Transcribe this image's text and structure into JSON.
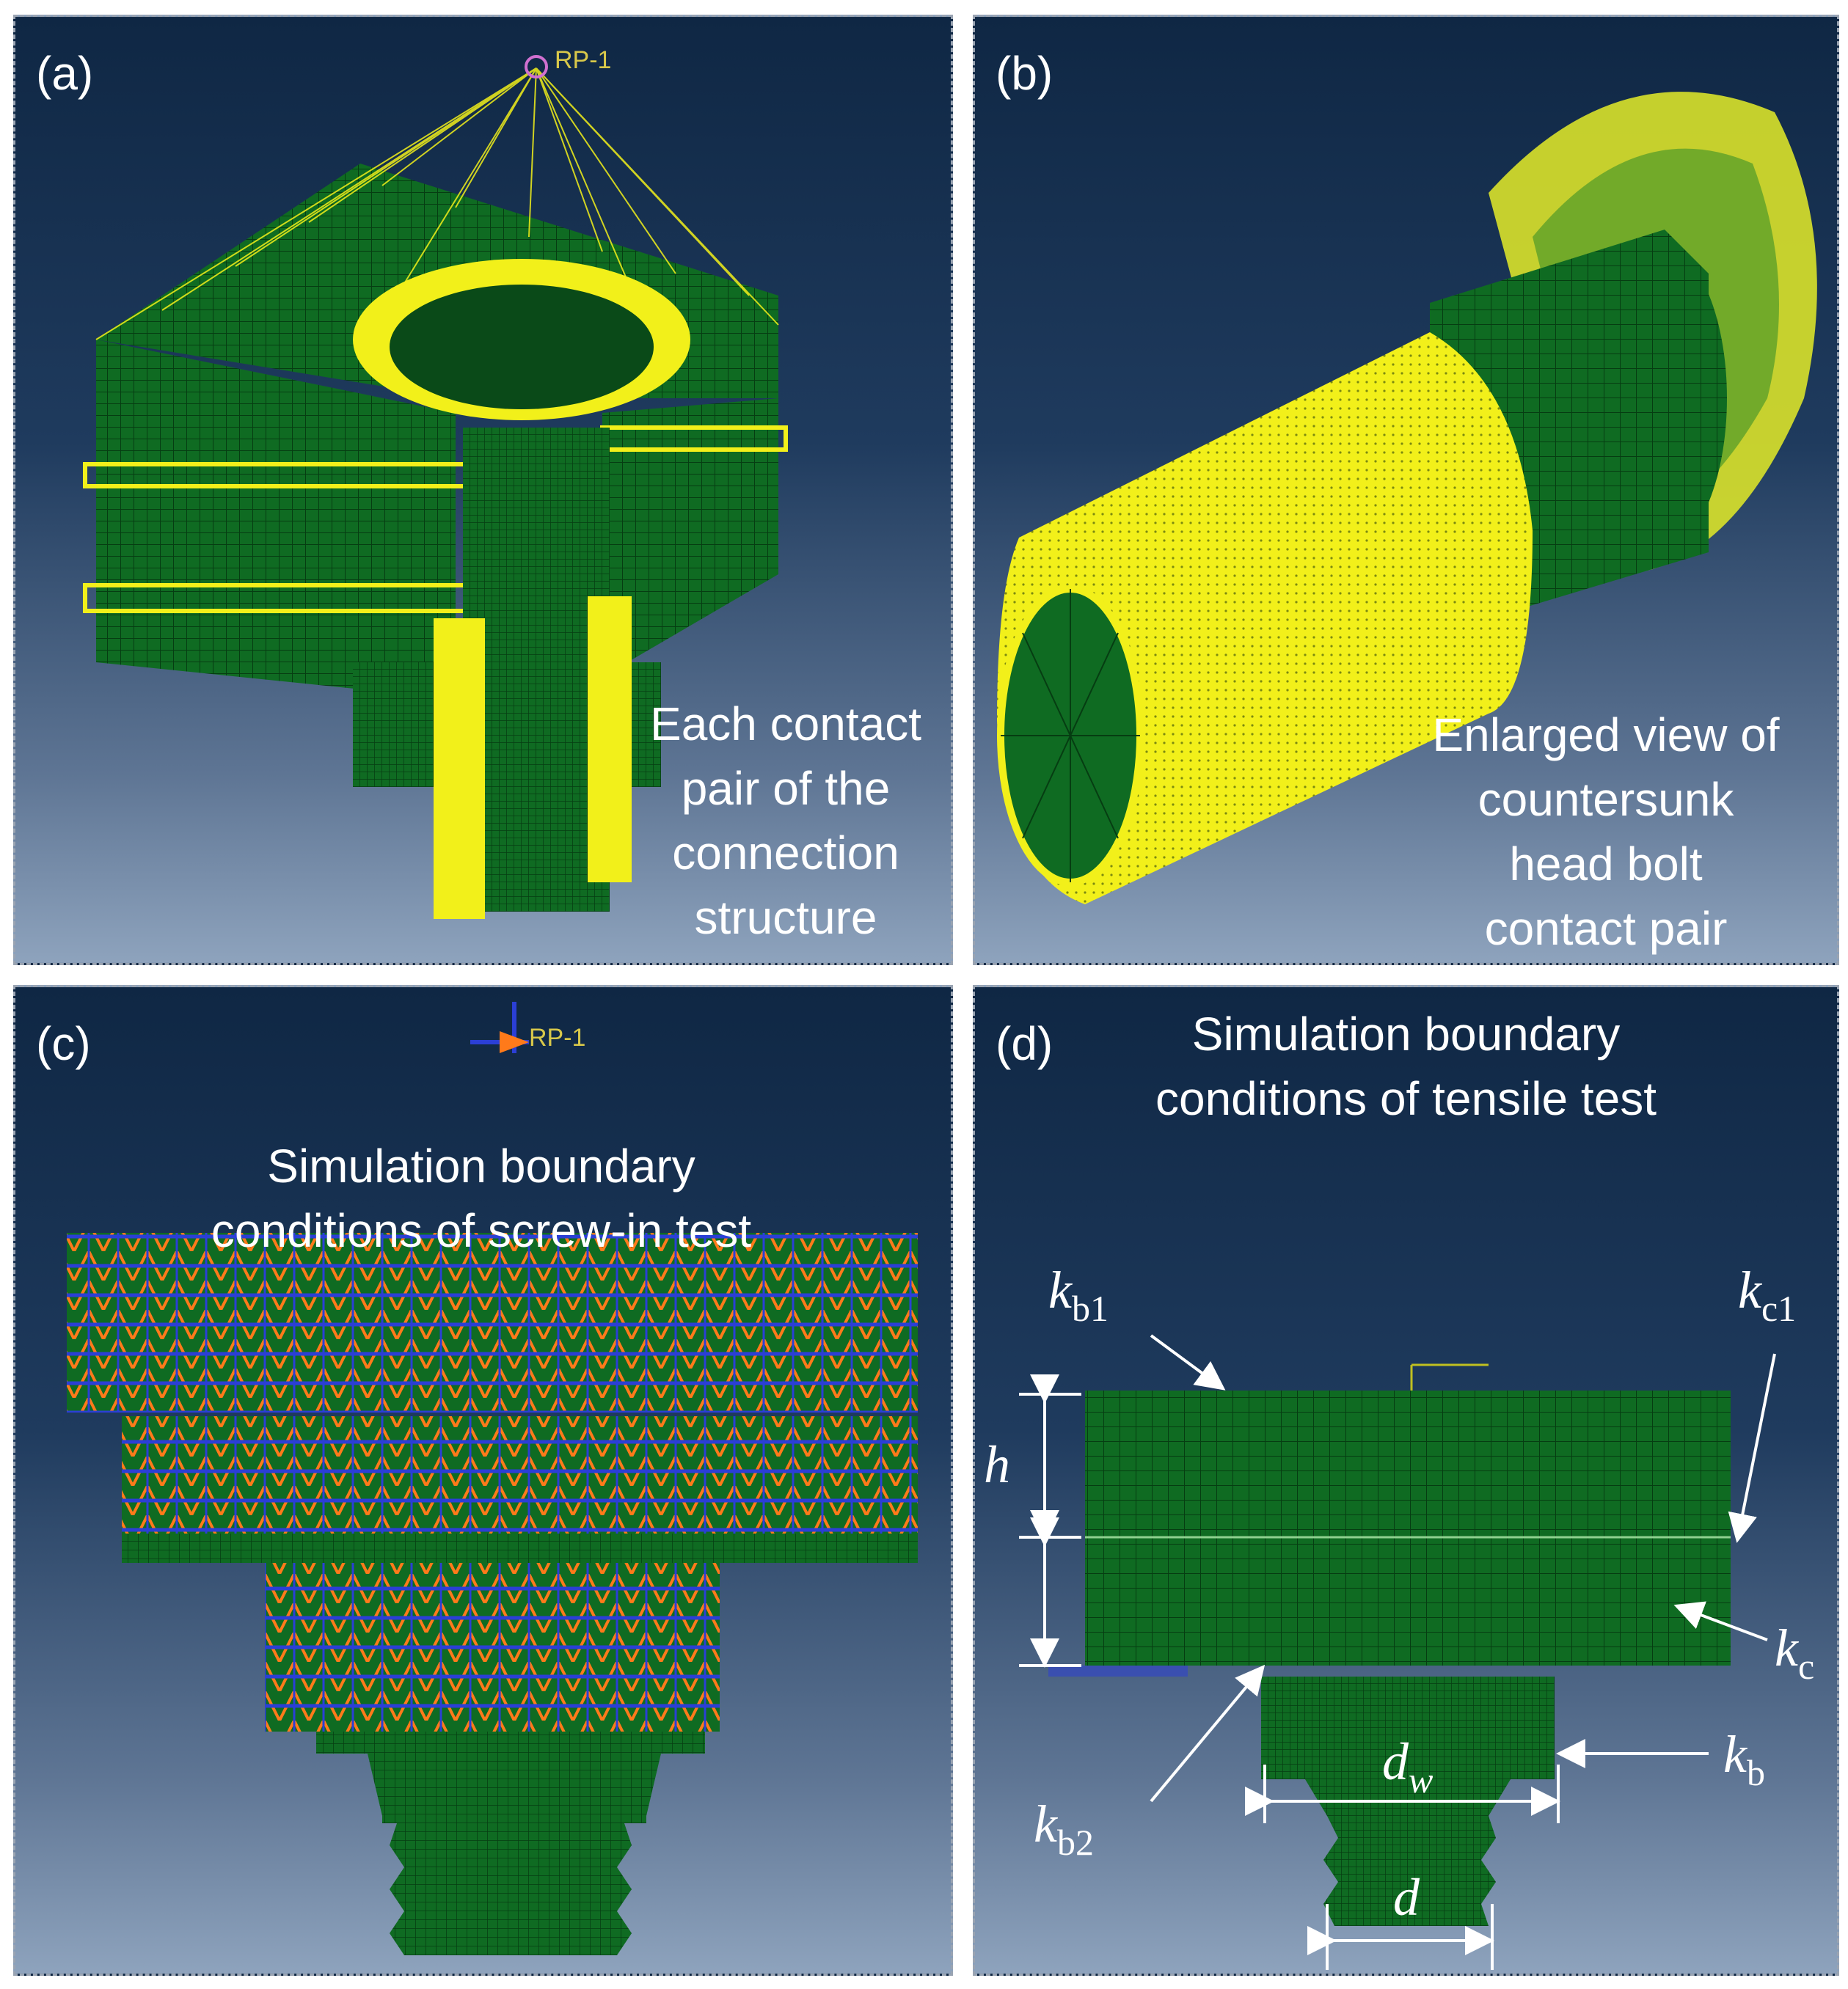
{
  "panels": {
    "a": {
      "label": "(a)",
      "reference_point": "RP-1",
      "caption": [
        "Each contact",
        "pair of the",
        "connection",
        "structure"
      ]
    },
    "b": {
      "label": "(b)",
      "caption": [
        "Enlarged view of",
        "countersunk",
        "head bolt",
        "contact pair"
      ]
    },
    "c": {
      "label": "(c)",
      "reference_point": "RP-1",
      "caption": [
        "Simulation boundary",
        "conditions of screw-in test"
      ]
    },
    "d": {
      "label": "(d)",
      "caption": [
        "Simulation boundary",
        "conditions of tensile test"
      ],
      "symbols": {
        "kb1": {
          "main": "k",
          "sub": "b1"
        },
        "kc1": {
          "main": "k",
          "sub": "c1"
        },
        "h": {
          "main": "h"
        },
        "kc": {
          "main": "k",
          "sub": "c"
        },
        "kb": {
          "main": "k",
          "sub": "b"
        },
        "kb2": {
          "main": "k",
          "sub": "b2"
        },
        "dw": {
          "main": "d",
          "sub": "w"
        },
        "d": {
          "main": "d"
        }
      }
    }
  },
  "colors": {
    "mesh_green": "#0f6b22",
    "mesh_line": "#063d12",
    "contact_yellow": "#f2f01a",
    "bc_blue": "#2b3fd6",
    "bc_orange": "#ff7a1a"
  }
}
